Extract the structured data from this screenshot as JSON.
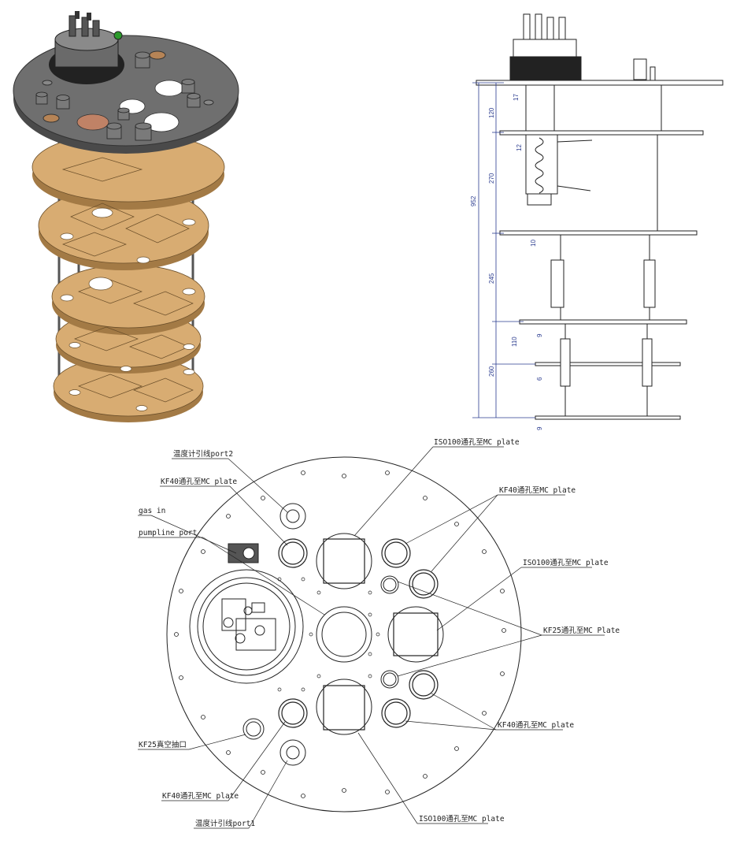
{
  "side_view": {
    "dimensions": [
      "120",
      "270",
      "245",
      "110",
      "260",
      "952",
      "17",
      "12",
      "10",
      "9",
      "6",
      "9"
    ]
  },
  "top_view": {
    "labels": {
      "thermo_port2": "温度计引线port2",
      "kf40_top": "KF40通孔至MC plate",
      "gas_in": "gas in",
      "pumpline": "pumpline port",
      "iso100_top": "ISO100通孔至MC plate",
      "kf40_right_top": "KF40通孔至MC plate",
      "iso100_right": "ISO100通孔至MC plate",
      "kf25_right": "KF25通孔至MC Plate",
      "kf40_right_bottom": "KF40通孔至MC plate",
      "kf25_vacuum": "KF25真空抽口",
      "kf40_bottom": "KF40通孔至MC plate",
      "thermo_port1": "温度计引线port1",
      "iso100_bottom": "ISO100通孔至MC plate"
    }
  },
  "colors": {
    "plate_top": "#6f6f6f",
    "plate_tan": "#d8ac72",
    "plate_edge": "#a37a45",
    "dim_line": "#2a3b8f",
    "line": "#222222"
  }
}
